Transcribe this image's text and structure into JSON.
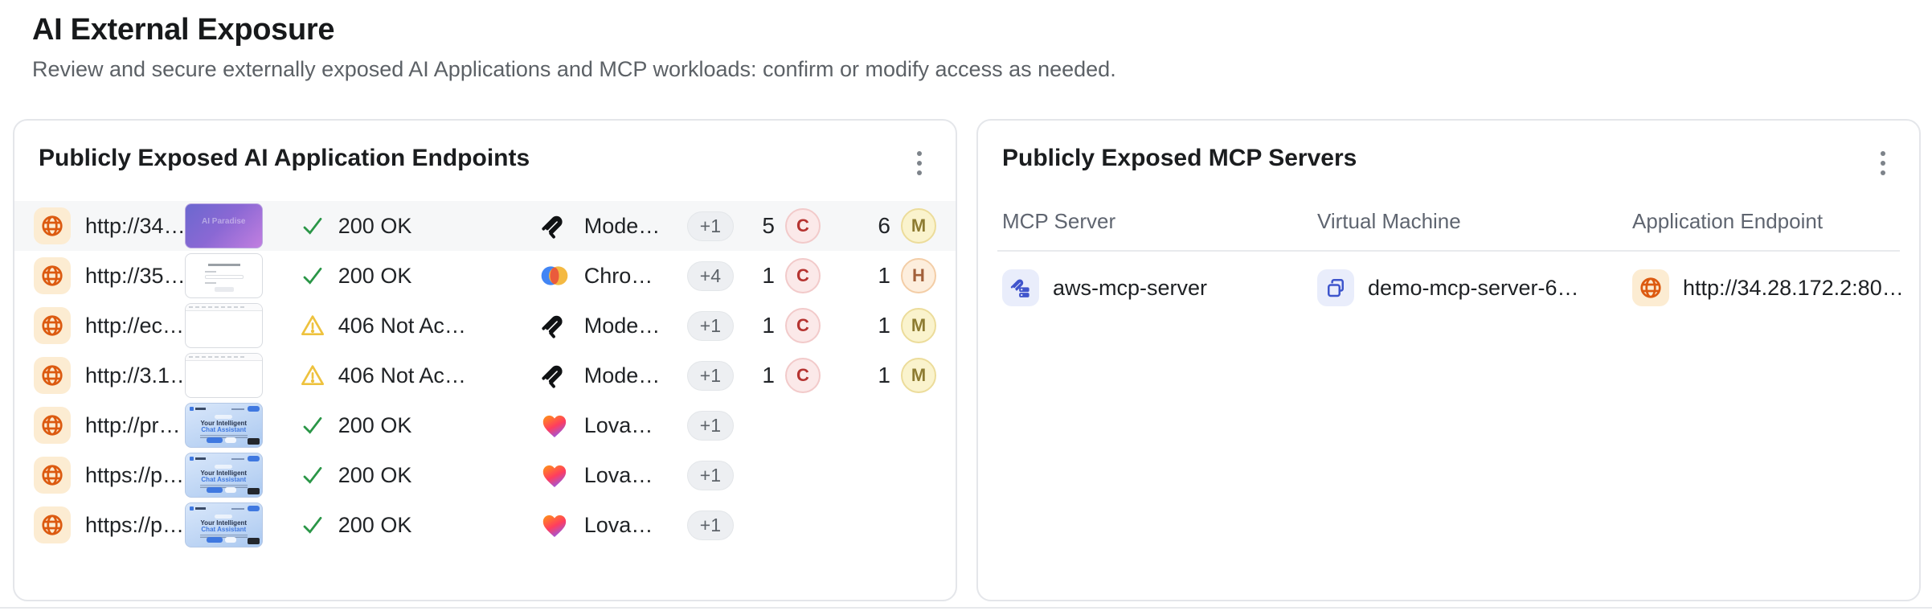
{
  "page": {
    "title": "AI External Exposure",
    "subtitle": "Review and secure externally exposed AI Applications and MCP workloads: confirm or modify access as needed."
  },
  "colors": {
    "critical": "#b53431",
    "high": "#a2603a",
    "medium": "#8d7b31",
    "status_ok_green": "#2a9647",
    "status_warn_yellow": "#eec23e",
    "globe_orange": "#dc5a10",
    "mcp_icon_blue": "#4155cc",
    "row_highlight": "#f6f7f8"
  },
  "left_card": {
    "title": "Publicly Exposed AI Application Endpoints",
    "rows": [
      {
        "url": "http://34…",
        "thumb_label": "AI Paradise",
        "status": "200 OK",
        "model": "Mode…",
        "more": "+1",
        "critical_count": "5",
        "sev2_count": "6",
        "sev2_letter": "M"
      },
      {
        "url": "http://35…",
        "status": "200 OK",
        "model": "Chro…",
        "more": "+4",
        "critical_count": "1",
        "sev2_count": "1",
        "sev2_letter": "H"
      },
      {
        "url": "http://ec…",
        "status": "406 Not Ac…",
        "model": "Mode…",
        "more": "+1",
        "critical_count": "1",
        "sev2_count": "1",
        "sev2_letter": "M"
      },
      {
        "url": "http://3.1…",
        "status": "406 Not Ac…",
        "model": "Mode…",
        "more": "+1",
        "critical_count": "1",
        "sev2_count": "1",
        "sev2_letter": "M"
      },
      {
        "url": "http://pr…",
        "thumb_title": "Your Intelligent",
        "thumb_subtitle": "Chat Assistant",
        "status": "200 OK",
        "model": "Lova…",
        "more": "+1"
      },
      {
        "url": "https://p…",
        "thumb_title": "Your Intelligent",
        "thumb_subtitle": "Chat Assistant",
        "status": "200 OK",
        "model": "Lova…",
        "more": "+1"
      },
      {
        "url": "https://p…",
        "thumb_title": "Your Intelligent",
        "thumb_subtitle": "Chat Assistant",
        "status": "200 OK",
        "model": "Lova…",
        "more": "+1"
      }
    ]
  },
  "right_card": {
    "title": "Publicly Exposed MCP Servers",
    "columns": {
      "c1": "MCP Server",
      "c2": "Virtual Machine",
      "c3": "Application Endpoint"
    },
    "rows": [
      {
        "mcp_server": "aws-mcp-server",
        "virtual_machine": "demo-mcp-server-6…",
        "application_endpoint": "http://34.28.172.2:80…"
      }
    ]
  }
}
